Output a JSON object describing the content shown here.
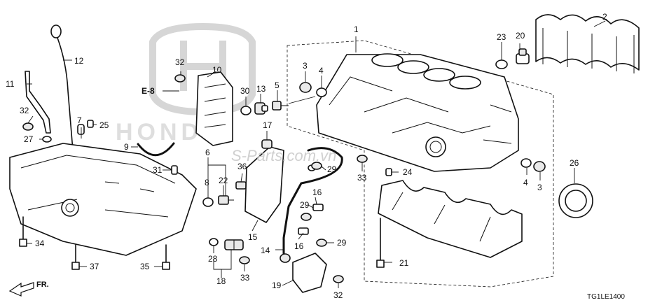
{
  "diagram": {
    "callouts": [
      "1",
      "2",
      "3",
      "4",
      "5",
      "6",
      "7",
      "8",
      "9",
      "10",
      "11",
      "12",
      "13",
      "14",
      "15",
      "16",
      "17",
      "18",
      "19",
      "20",
      "21",
      "22",
      "23",
      "24",
      "25",
      "26",
      "27",
      "28",
      "29",
      "30",
      "31",
      "32",
      "33",
      "34",
      "35",
      "36",
      "37"
    ],
    "extra_callouts": {
      "c4b": "4",
      "c3b": "3",
      "c32b": "32",
      "c32c": "32",
      "c33b": "33",
      "c29b": "29",
      "c29c": "29",
      "c16b": "16"
    },
    "reference_label": "E-8",
    "direction_label": "FR.",
    "diagram_code": "TG1LE1400",
    "watermark_text": "S-Parts.com.vn",
    "logo_text": "HONDA"
  }
}
